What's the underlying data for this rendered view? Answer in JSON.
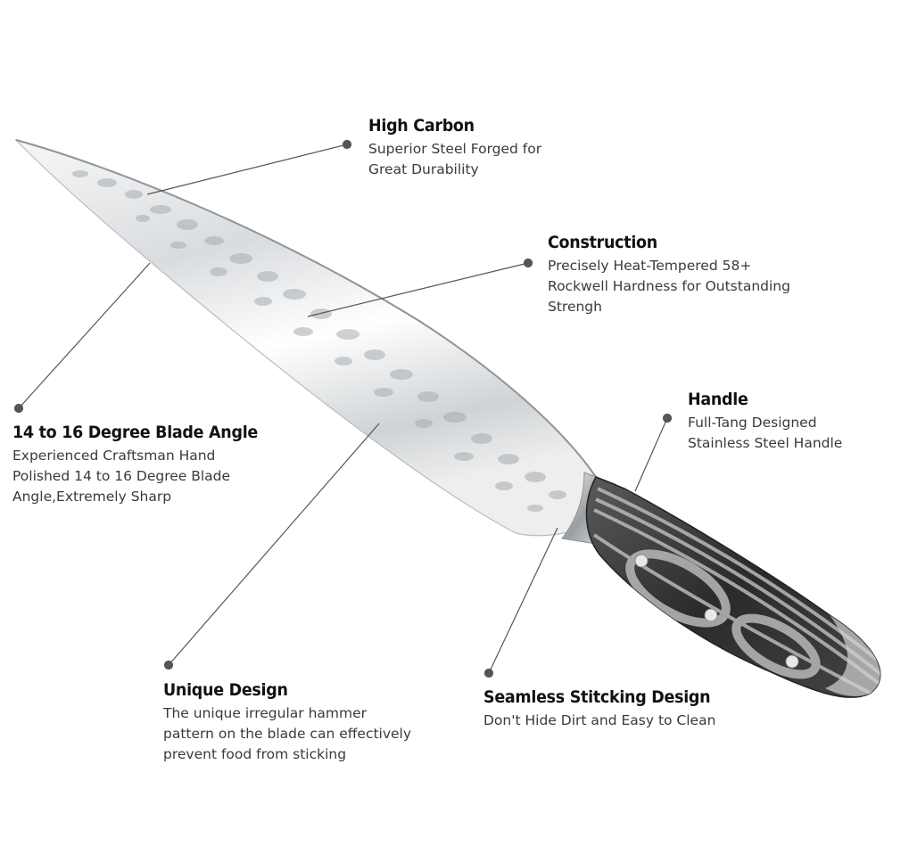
{
  "features": [
    {
      "id": "high-carbon",
      "title": "High Carbon",
      "lines": [
        "Superior Steel Forged for",
        "Great Durability"
      ]
    },
    {
      "id": "construction",
      "title": "Construction",
      "lines": [
        "Precisely Heat-Tempered 58+",
        "Rockwell Hardness for Outstanding",
        "Strengh"
      ]
    },
    {
      "id": "handle",
      "title": "Handle",
      "lines": [
        "Full-Tang Designed",
        "Stainless Steel Handle"
      ]
    },
    {
      "id": "blade-angle",
      "title": "14 to 16 Degree Blade Angle",
      "lines": [
        "Experienced Craftsman Hand",
        "Polished 14 to 16 Degree Blade",
        "Angle,Extremely Sharp"
      ]
    },
    {
      "id": "unique-design",
      "title": "Unique Design",
      "lines": [
        "The unique irregular hammer",
        "pattern on the blade can effectively",
        "prevent food from sticking"
      ]
    },
    {
      "id": "seamless",
      "title": "Seamless Stitcking Design",
      "lines": [
        "Don't Hide Dirt and Easy to Clean"
      ]
    }
  ],
  "colors": {
    "background": "#ffffff",
    "title": "#111111",
    "text": "#3a3a3a",
    "callout": "#555555",
    "handle_dark": "#2b2b2b",
    "handle_light": "#b9b9b9"
  }
}
